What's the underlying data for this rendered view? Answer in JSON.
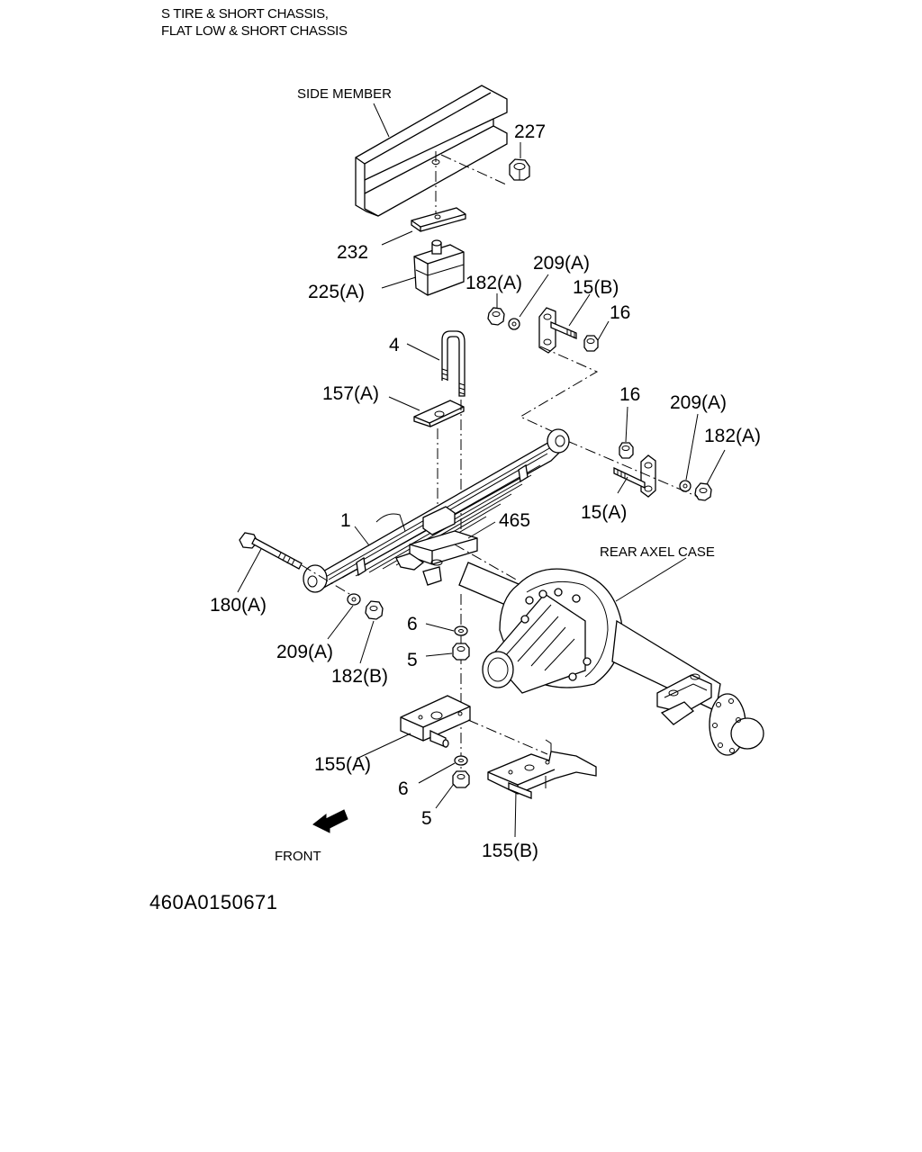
{
  "header": {
    "line1": "S TIRE & SHORT CHASSIS,",
    "line2": "FLAT LOW & SHORT CHASSIS"
  },
  "captions": {
    "side_member": "SIDE MEMBER",
    "rear_axel_case": "REAR AXEL CASE",
    "front": "FRONT"
  },
  "callouts": {
    "c227": "227",
    "c232": "232",
    "c225a": "225(A)",
    "c182a_top": "182(A)",
    "c209a_top": "209(A)",
    "c15b": "15(B)",
    "c16_top": "16",
    "c4": "4",
    "c157a": "157(A)",
    "c16_mid": "16",
    "c209a_right": "209(A)",
    "c182a_right": "182(A)",
    "c15a": "15(A)",
    "c1": "1",
    "c465": "465",
    "c180a": "180(A)",
    "c209a_left": "209(A)",
    "c182b": "182(B)",
    "c6_top": "6",
    "c5_top": "5",
    "c155a": "155(A)",
    "c6_bottom": "6",
    "c5_bottom": "5",
    "c155b": "155(B)"
  },
  "drawing_code": "460A0150671"
}
